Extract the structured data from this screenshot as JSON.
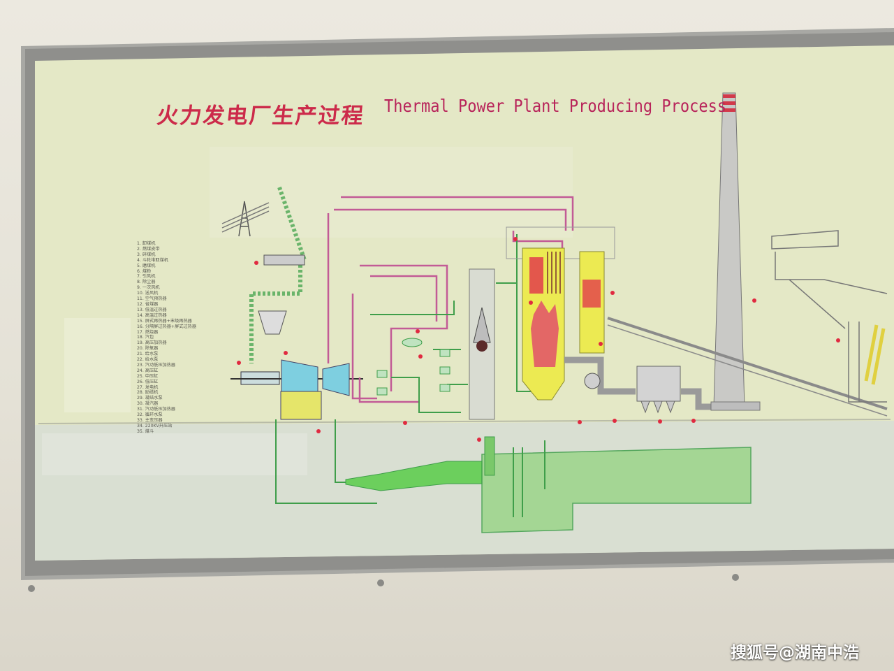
{
  "board": {
    "title_cn": "火力发电厂生产过程",
    "title_en": "Thermal Power Plant Producing Process"
  },
  "legend": [
    "1. 卸煤机",
    "2. 燃煤皮带",
    "3. 碎煤机",
    "4. 斗轮堆取煤机",
    "5. 磨煤机",
    "6. 煤粉",
    "7. 引风机",
    "8. 除尘器",
    "9. 一次风机",
    "10. 送风机",
    "11. 空气预热器",
    "12. 省煤器",
    "13. 低温过热器",
    "14. 高温过热器",
    "15. 屏式再热器+末级再热器",
    "16. 分隔屏过热器+屏式过热器",
    "17. 燃烧器",
    "18. 汽包",
    "19. 高压加热器",
    "20. 除氧器",
    "21. 给水泵",
    "22. 给水泵",
    "23. 汽动低压加热器",
    "24. 高压缸",
    "25. 中压缸",
    "26. 低压缸",
    "27. 发电机",
    "28. 励磁机",
    "29. 凝结水泵",
    "30. 凝汽器",
    "31. 汽动低压加热器",
    "32. 循环水泵",
    "33. 主变压器",
    "34. 220KV升压站",
    "35. 煤斗"
  ],
  "watermark": "搜狐号@湖南中浩",
  "colors": {
    "panel": "#e7ebc8",
    "frame": "#a9a9a6",
    "steam_pipe": "#c25b96",
    "water_pipe": "#3f9e4a",
    "boiler": "#ecea52",
    "flame": "#e23d4b",
    "title": "#cc2a4a"
  }
}
